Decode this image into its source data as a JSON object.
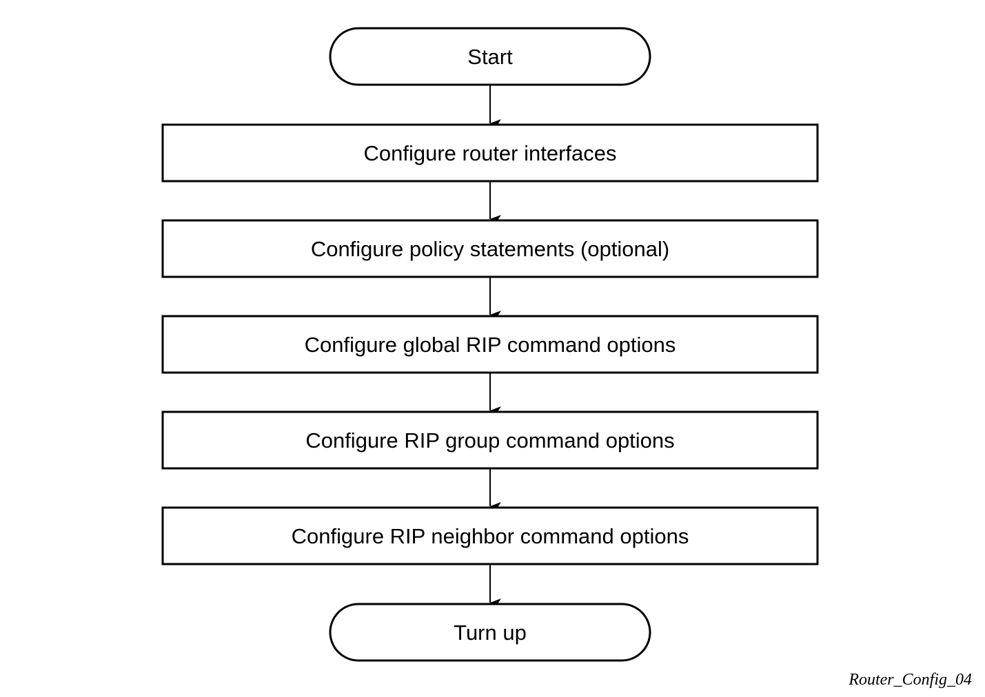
{
  "diagram": {
    "type": "flowchart",
    "colors": {
      "stroke": "#000000",
      "fill": "#ffffff",
      "text": "#000000"
    },
    "nodes": [
      {
        "id": "start",
        "shape": "terminal",
        "label": "Start"
      },
      {
        "id": "step1",
        "shape": "process",
        "label": "Configure router interfaces"
      },
      {
        "id": "step2",
        "shape": "process",
        "label": "Configure policy statements (optional)"
      },
      {
        "id": "step3",
        "shape": "process",
        "label": "Configure global RIP command options"
      },
      {
        "id": "step4",
        "shape": "process",
        "label": "Configure RIP group command options"
      },
      {
        "id": "step5",
        "shape": "process",
        "label": "Configure RIP neighbor command options"
      },
      {
        "id": "end",
        "shape": "terminal",
        "label": "Turn up"
      }
    ],
    "edges": [
      {
        "from": "start",
        "to": "step1"
      },
      {
        "from": "step1",
        "to": "step2"
      },
      {
        "from": "step2",
        "to": "step3"
      },
      {
        "from": "step3",
        "to": "step4"
      },
      {
        "from": "step4",
        "to": "step5"
      },
      {
        "from": "step5",
        "to": "end"
      }
    ],
    "figure_id": "Router_Config_04"
  }
}
